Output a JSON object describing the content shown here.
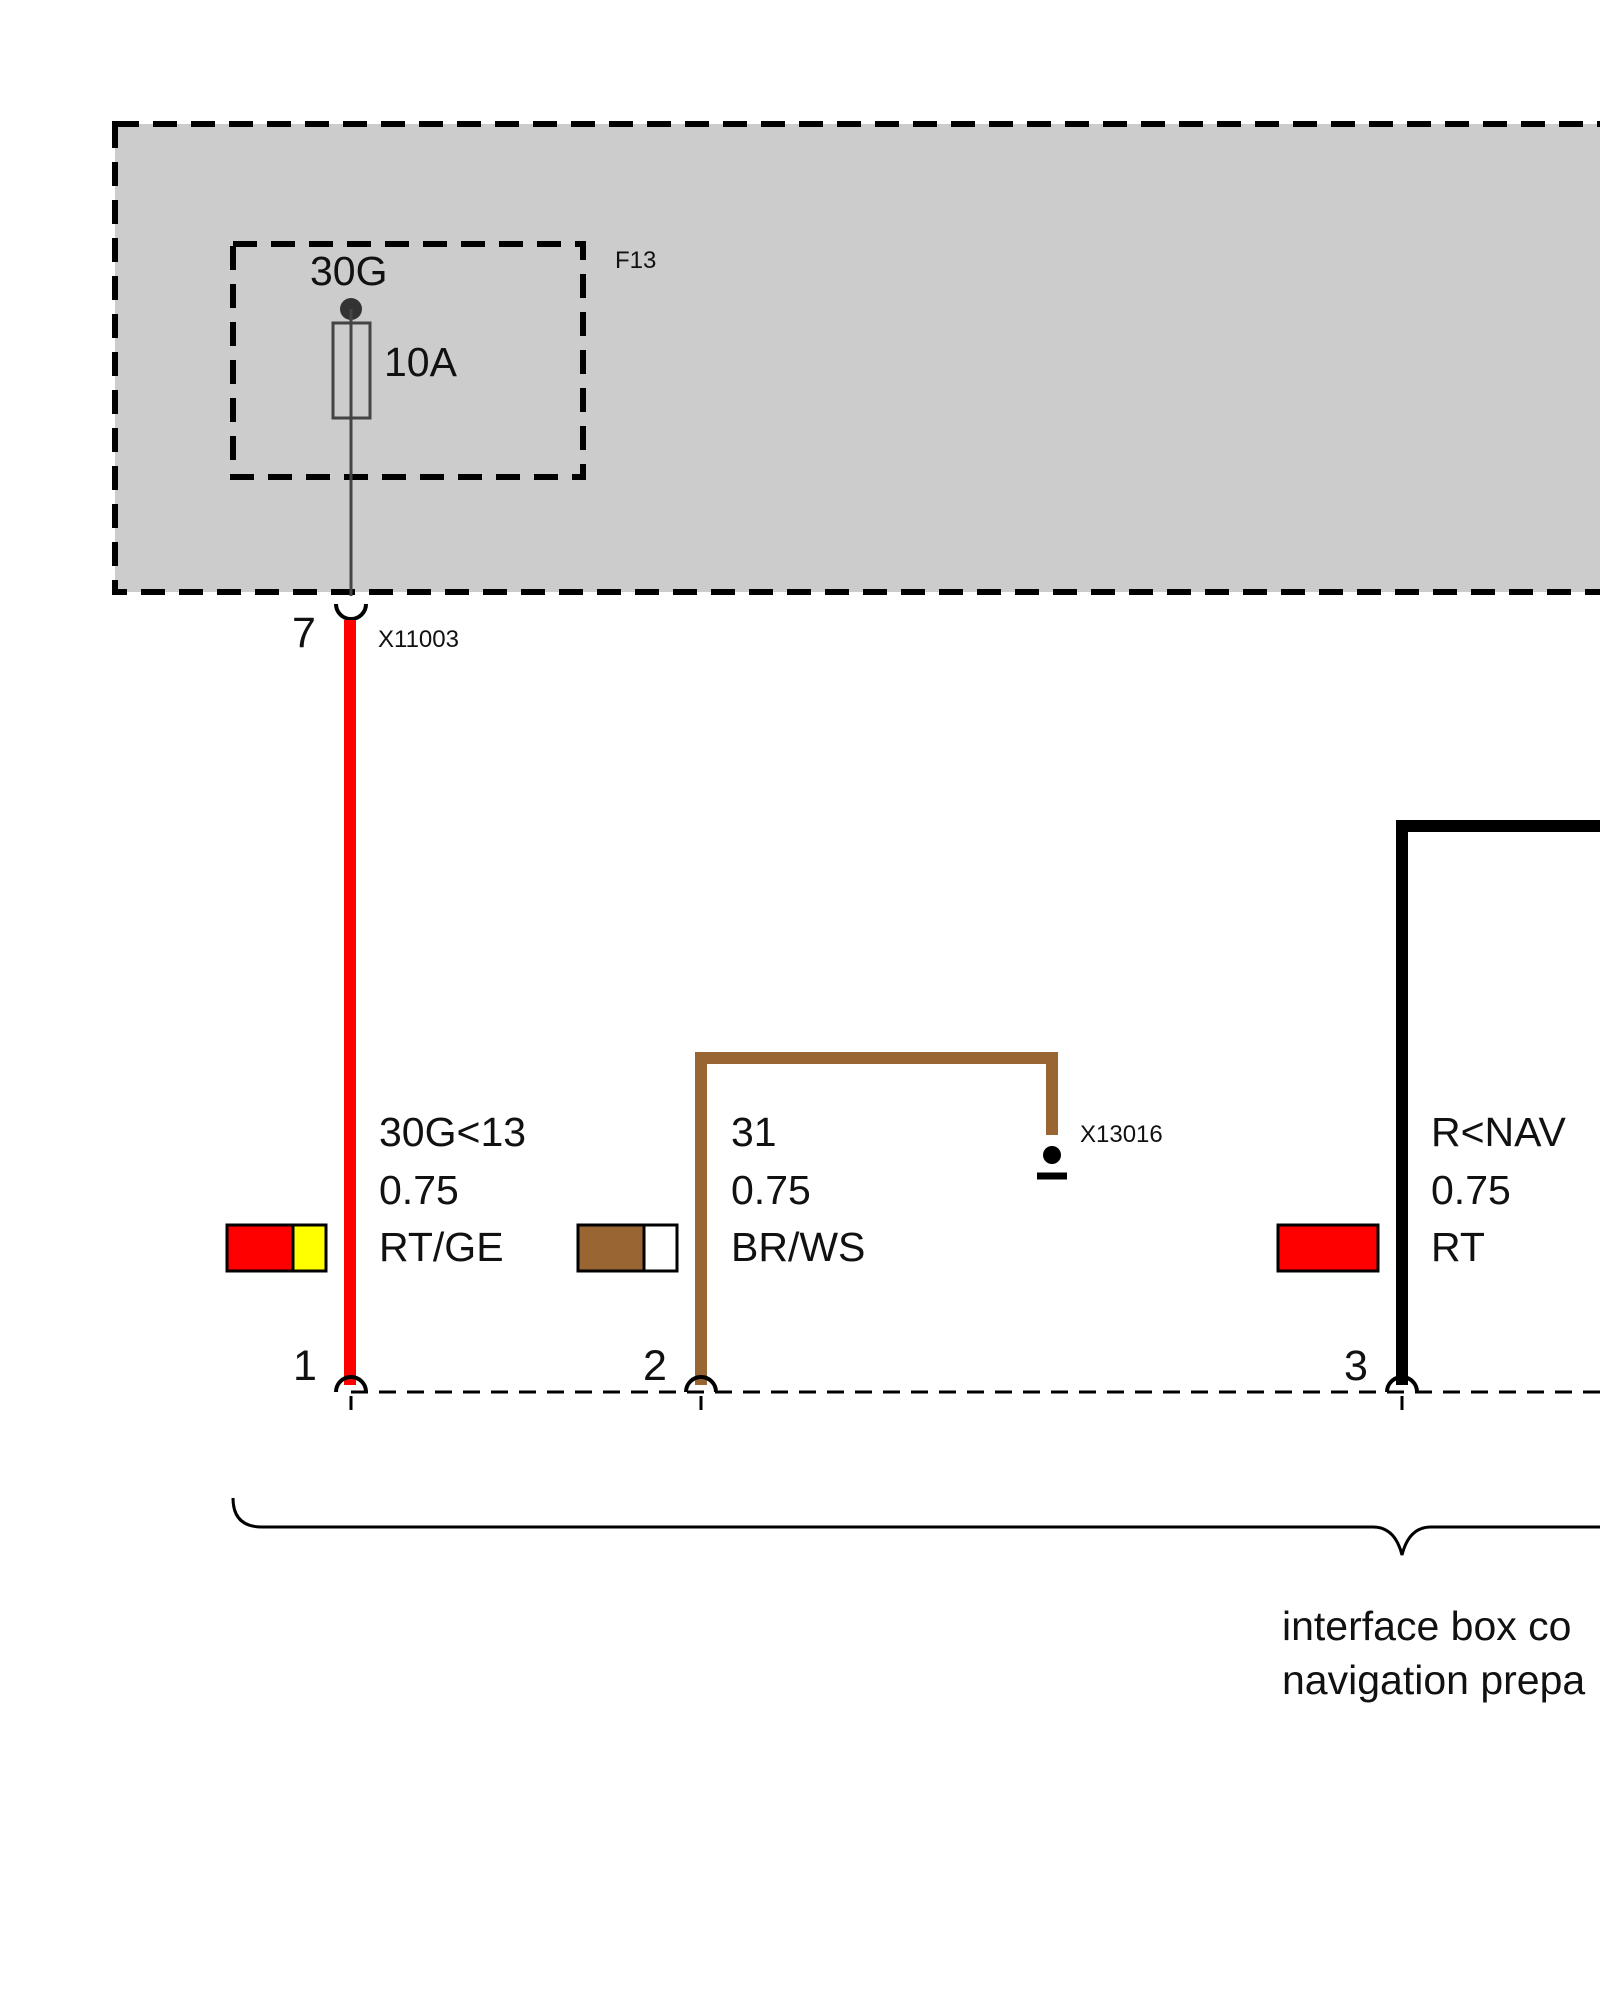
{
  "fuse_box": {
    "fuse_id": "F13",
    "terminal": "30G",
    "rating": "10A",
    "connector_id": "X11003",
    "connector_pin": "7"
  },
  "ground": {
    "connector_id": "X13016"
  },
  "wires": [
    {
      "pin": "1",
      "signal": "30G<13",
      "size": "0.75",
      "color_code": "RT/GE",
      "wire_color": "#ff0000",
      "swatch_colors": [
        "#ff0000",
        "#ffff00"
      ]
    },
    {
      "pin": "2",
      "signal": "31",
      "size": "0.75",
      "color_code": "BR/WS",
      "wire_color": "#996633",
      "swatch_colors": [
        "#996633",
        "#ffffff"
      ]
    },
    {
      "pin": "3",
      "signal": "R<NAV",
      "size": "0.75",
      "color_code": "RT",
      "wire_color": "#000000",
      "swatch_colors": [
        "#ff0000"
      ]
    }
  ],
  "component": {
    "description_line1": "interface box co",
    "description_line2": "navigation prepa"
  },
  "colors": {
    "module_fill": "#cccccc",
    "dash_stroke": "#000000"
  }
}
